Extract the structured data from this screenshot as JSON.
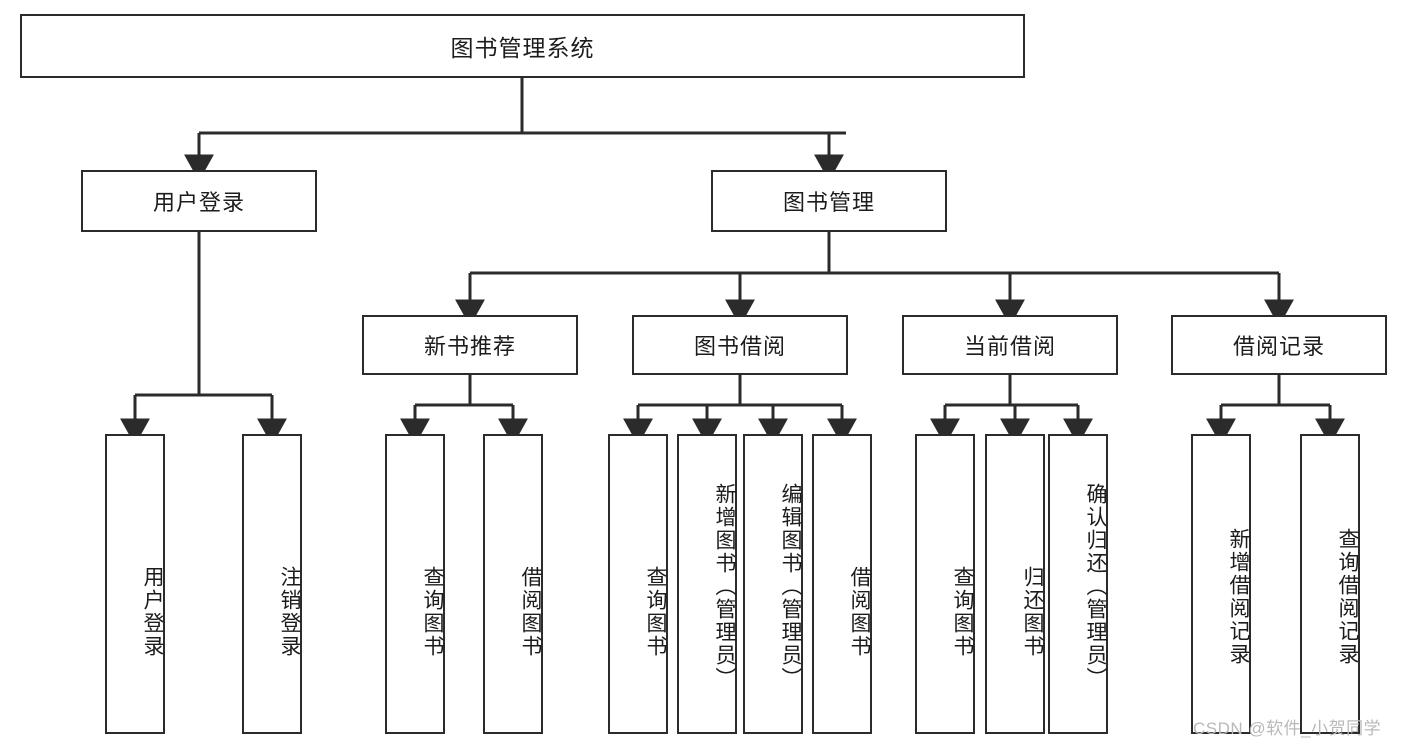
{
  "diagram": {
    "title": "图书管理系统",
    "type": "functional-structure-tree",
    "root": {
      "label": "图书管理系统"
    },
    "level2": [
      {
        "label": "用户登录"
      },
      {
        "label": "图书管理"
      }
    ],
    "level3": [
      {
        "label": "新书推荐"
      },
      {
        "label": "图书借阅"
      },
      {
        "label": "当前借阅"
      },
      {
        "label": "借阅记录"
      }
    ],
    "leaves": {
      "user_login": [
        {
          "label": "用户登录"
        },
        {
          "label": "注销登录"
        }
      ],
      "new_book_recommend": [
        {
          "label": "查询图书"
        },
        {
          "label": "借阅图书"
        }
      ],
      "book_borrow": [
        {
          "label": "查询图书"
        },
        {
          "label": "新增图书（管理员）"
        },
        {
          "label": "编辑图书（管理员）"
        },
        {
          "label": "借阅图书"
        }
      ],
      "current_borrow": [
        {
          "label": "查询图书"
        },
        {
          "label": "归还图书"
        },
        {
          "label": "确认归还（管理员）"
        }
      ],
      "borrow_record": [
        {
          "label": "新增借阅记录"
        },
        {
          "label": "查询借阅记录"
        }
      ]
    },
    "watermark": "CSDN @软件_小贺同学",
    "colors": {
      "stroke": "#2b2b2b",
      "fill": "#ffffff",
      "text": "#1c1c1c",
      "watermark": "#b9b9b9"
    }
  }
}
